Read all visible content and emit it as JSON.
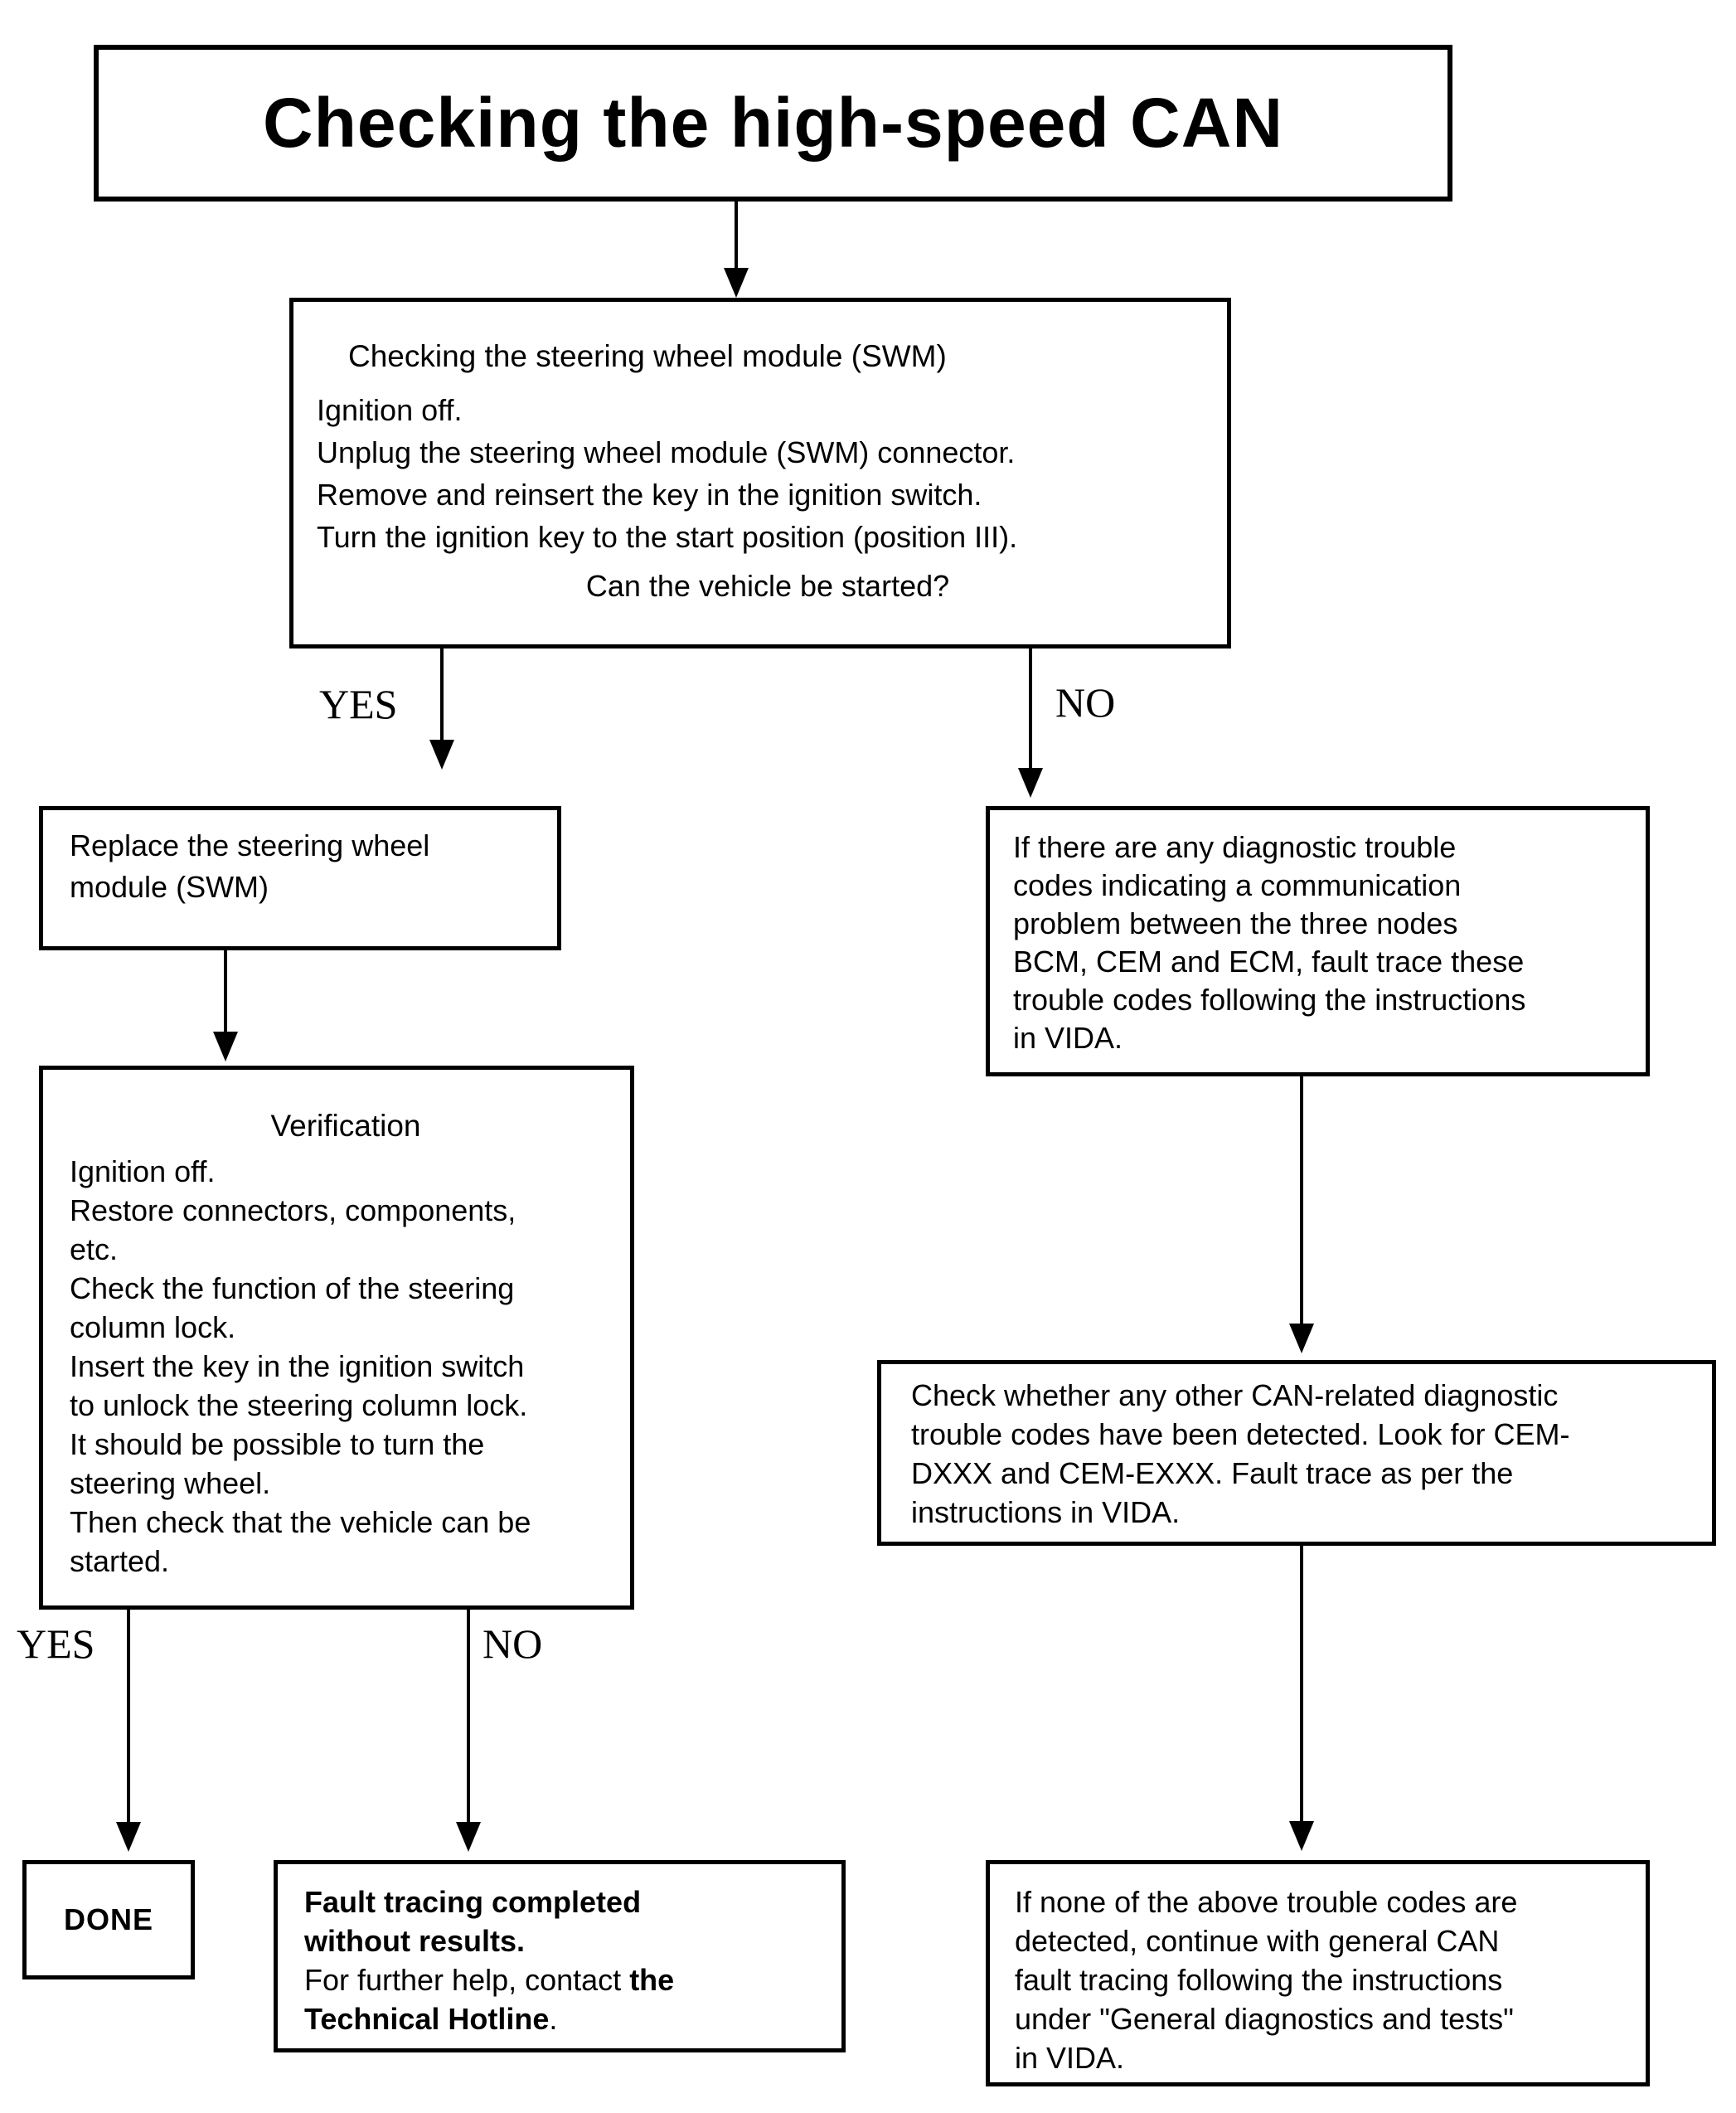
{
  "title": "Checking the high-speed CAN",
  "labels": {
    "yes1": "YES",
    "no1": "NO",
    "yes2": "YES",
    "no2": "NO"
  },
  "nodes": {
    "swm_check": {
      "heading": "Checking the steering wheel module (SWM)",
      "lines": [
        "Ignition off.",
        "Unplug the steering wheel module (SWM) connector.",
        "Remove and reinsert the key in the ignition switch.",
        "Turn the ignition key to the start position (position III)."
      ],
      "question": "Can the vehicle be started?"
    },
    "replace_swm": {
      "text": "Replace the steering wheel module (SWM)"
    },
    "dtc_three_nodes": {
      "lines": [
        "If there are any diagnostic trouble",
        "codes indicating a communication",
        "problem between the three nodes",
        "BCM, CEM and ECM, fault trace these",
        "trouble codes following the instructions",
        "in VIDA."
      ]
    },
    "verification": {
      "heading": "Verification",
      "lines": [
        "Ignition off.",
        "Restore connectors, components,",
        "etc.",
        "Check the function of the steering",
        "column lock.",
        "Insert the key in the ignition switch",
        "to unlock the steering column lock.",
        "It should be possible to turn the",
        "steering wheel.",
        "Then check that the vehicle can be",
        "started."
      ]
    },
    "check_other_can": {
      "lines": [
        "Check whether any other CAN-related diagnostic",
        "trouble codes have been detected. Look for CEM-",
        "DXXX and CEM-EXXX. Fault trace as per the",
        "instructions in VIDA."
      ]
    },
    "done": {
      "text": "DONE"
    },
    "fault_tracing": {
      "line1": "Fault tracing completed",
      "line2": "without results.",
      "line3_regular": "For further help, contact ",
      "line3_bold": "the",
      "line4_bold": "Technical Hotline",
      "line4_regular": "."
    },
    "general_can": {
      "lines": [
        "If none of the above trouble codes are",
        "detected, continue with general CAN",
        "fault tracing following the instructions",
        "under \"General diagnostics and tests\"",
        "in VIDA."
      ]
    }
  }
}
